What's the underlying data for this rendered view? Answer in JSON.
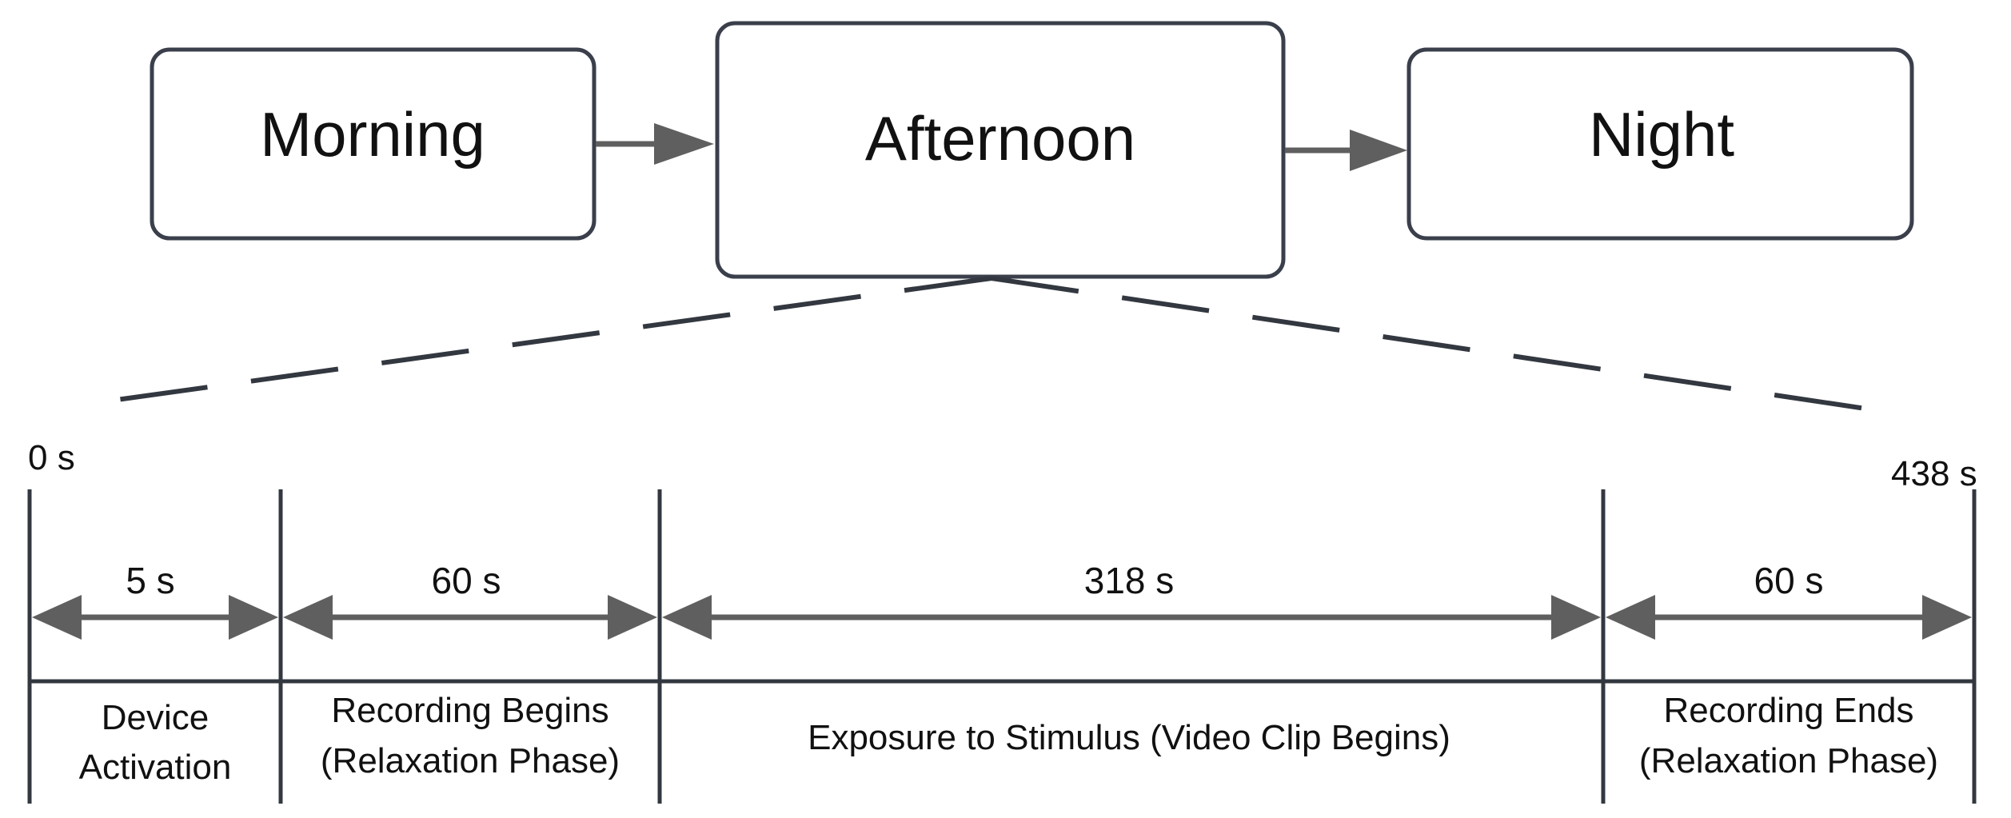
{
  "sessions": [
    {
      "label": "Morning"
    },
    {
      "label": "Afternoon"
    },
    {
      "label": "Night"
    }
  ],
  "timeline": {
    "start_label": "0 s",
    "end_label": "438 s",
    "segments": [
      {
        "duration": "5 s",
        "phase_lines": [
          "Device",
          "Activation"
        ]
      },
      {
        "duration": "60 s",
        "phase_lines": [
          "Recording Begins",
          "(Relaxation Phase)"
        ]
      },
      {
        "duration": "318 s",
        "phase_lines": [
          "Exposure to Stimulus (Video Clip Begins)"
        ]
      },
      {
        "duration": "60 s",
        "phase_lines": [
          "Recording Ends",
          "(Relaxation Phase)"
        ]
      }
    ]
  },
  "colors": {
    "box_stroke": "#3a3f4b",
    "arrow": "#5f5f5f",
    "line": "#333840",
    "text": "#111111"
  }
}
